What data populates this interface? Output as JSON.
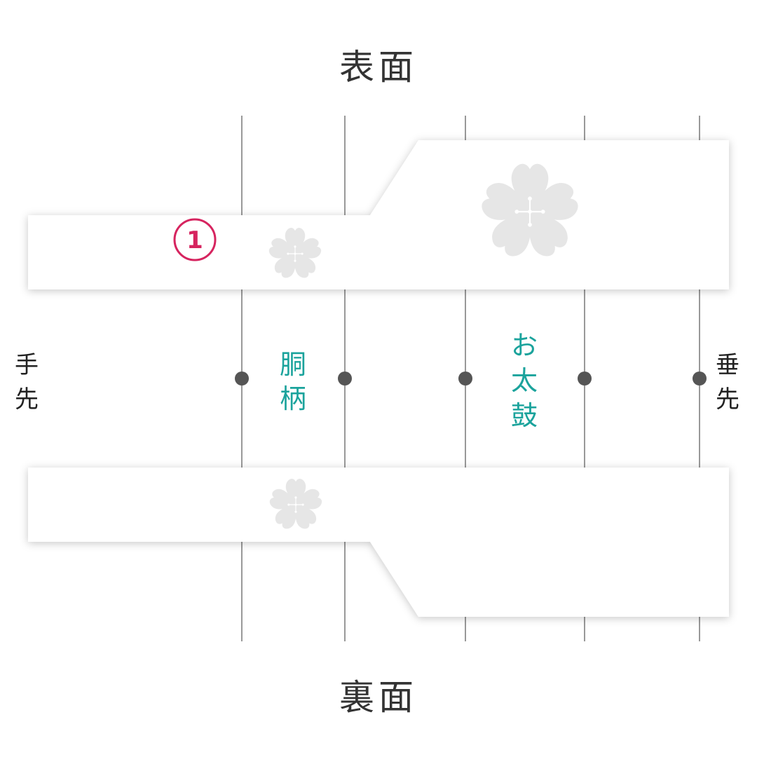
{
  "labels": {
    "front": "表面",
    "back": "裏面",
    "left_end": [
      "手",
      "先"
    ],
    "right_end": [
      "垂",
      "先"
    ],
    "section_middle": [
      "胴",
      "柄"
    ],
    "section_right": [
      "お",
      "太",
      "鼓"
    ]
  },
  "badge": {
    "number": "1"
  },
  "colors": {
    "section_text": "#1ba39c",
    "badge": "#d6245f",
    "guide_line": "#555555",
    "dot": "#555555",
    "band_fill": "#ffffff",
    "flower": "#e6e6e6"
  },
  "icons": {
    "flower": "sakura-flower-icon"
  }
}
